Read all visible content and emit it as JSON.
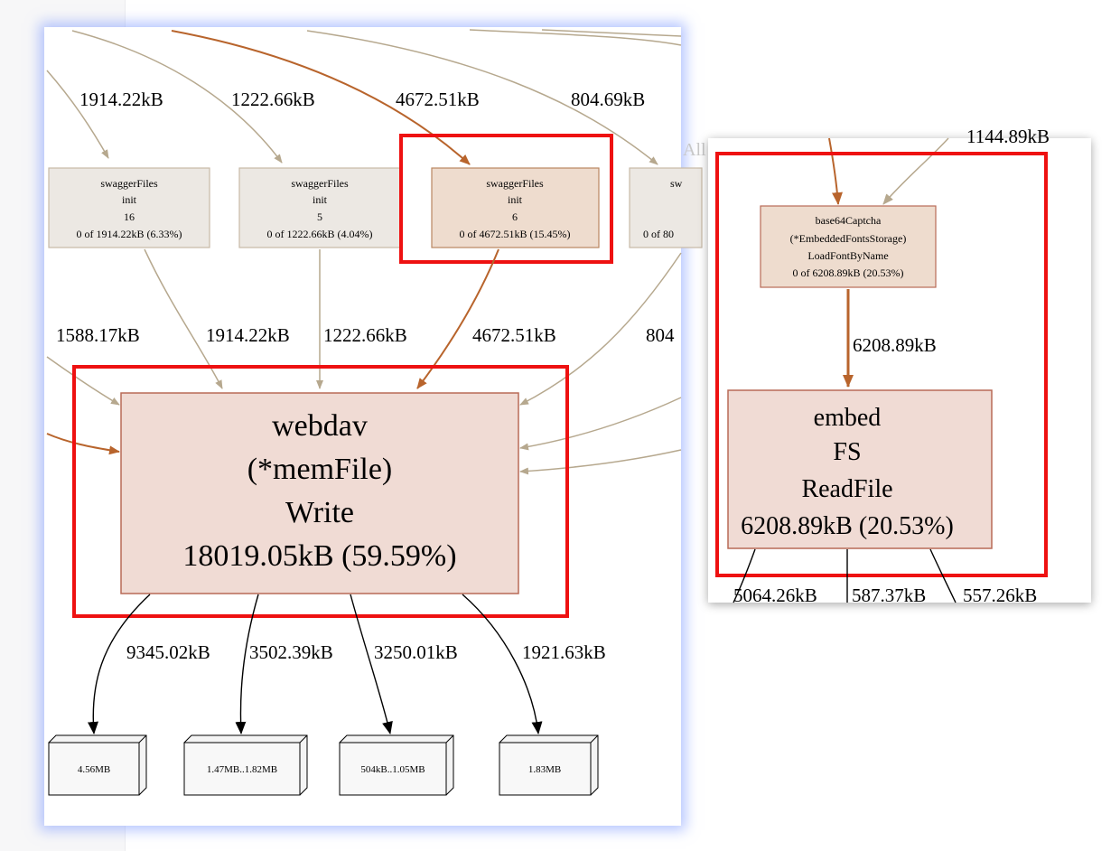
{
  "main_graph": {
    "top_edge_labels": [
      "1914.22kB",
      "1222.66kB",
      "4672.51kB",
      "804.69kB"
    ],
    "init_nodes": [
      {
        "name": "swaggerFiles",
        "func": "init",
        "num": "16",
        "stat": "0 of 1914.22kB (6.33%)",
        "highlight": false
      },
      {
        "name": "swaggerFiles",
        "func": "init",
        "num": "5",
        "stat": "0 of 1222.66kB (4.04%)",
        "highlight": false
      },
      {
        "name": "swaggerFiles",
        "func": "init",
        "num": "6",
        "stat": "0 of 4672.51kB (15.45%)",
        "highlight": true
      },
      {
        "name": "sw",
        "func": "",
        "num": "",
        "stat": "0 of 80",
        "highlight": false
      }
    ],
    "mid_edge_labels": [
      "1588.17kB",
      "1914.22kB",
      "1222.66kB",
      "4672.51kB",
      "804"
    ],
    "main_node": {
      "line1": "webdav",
      "line2": "(*memFile)",
      "line3": "Write",
      "line4": "18019.05kB (59.59%)"
    },
    "out_edge_labels": [
      "9345.02kB",
      "3502.39kB",
      "3250.01kB",
      "1921.63kB"
    ],
    "leaf_boxes": [
      "4.56MB",
      "1.47MB..1.82MB",
      "504kB..1.05MB",
      "1.83MB"
    ]
  },
  "right_graph": {
    "top_partial": "1144.89kB",
    "ghost_text": "All",
    "caller": {
      "line1": "base64Captcha",
      "line2": "(*EmbeddedFontsStorage)",
      "line3": "LoadFontByName",
      "line4": "0 of 6208.89kB (20.53%)"
    },
    "edge_label": "6208.89kB",
    "node": {
      "line1": "embed",
      "line2": "FS",
      "line3": "ReadFile",
      "line4": "6208.89kB (20.53%)"
    },
    "bottom_labels": [
      "5064.26kB",
      "587.37kB",
      "557.26kB"
    ]
  },
  "colors": {
    "highlight": "#ee1111",
    "hot_edge": "#b8642c",
    "warm_edge": "#b6a88e",
    "hot_fill": "#f0dbd4",
    "hot_stroke": "#b86a56",
    "warm_fill": "#eedcce",
    "warm_stroke": "#b98660",
    "cool_fill": "#ece8e3",
    "cool_stroke": "#c7b9a7"
  }
}
